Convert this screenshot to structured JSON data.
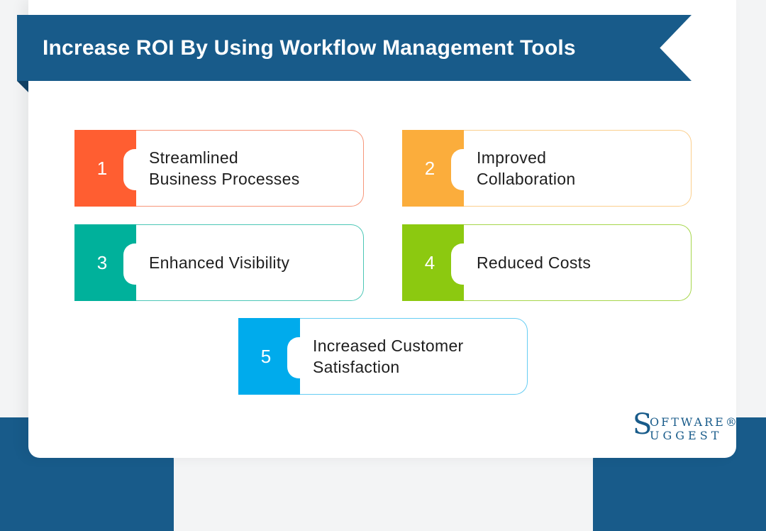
{
  "header": {
    "title": "Increase ROI By Using Workflow Management Tools",
    "banner_color": "#185b8a"
  },
  "items": [
    {
      "number": "1",
      "label": "Streamlined Business Processes",
      "color": "#ff5e31",
      "border": "#f7967a"
    },
    {
      "number": "2",
      "label": "Improved Collaboration",
      "color": "#fbad3c",
      "border": "#fbcf8d"
    },
    {
      "number": "3",
      "label": "Enhanced Visibility",
      "color": "#00b19b",
      "border": "#4cc7b6"
    },
    {
      "number": "4",
      "label": "Reduced Costs",
      "color": "#8cc910",
      "border": "#a6d64b"
    },
    {
      "number": "5",
      "label": "Increased Customer Satisfaction",
      "color": "#00abec",
      "border": "#66cdf3"
    }
  ],
  "logo": {
    "initial": "S",
    "line1": "OFTWARE®",
    "line2": "UGGEST"
  }
}
